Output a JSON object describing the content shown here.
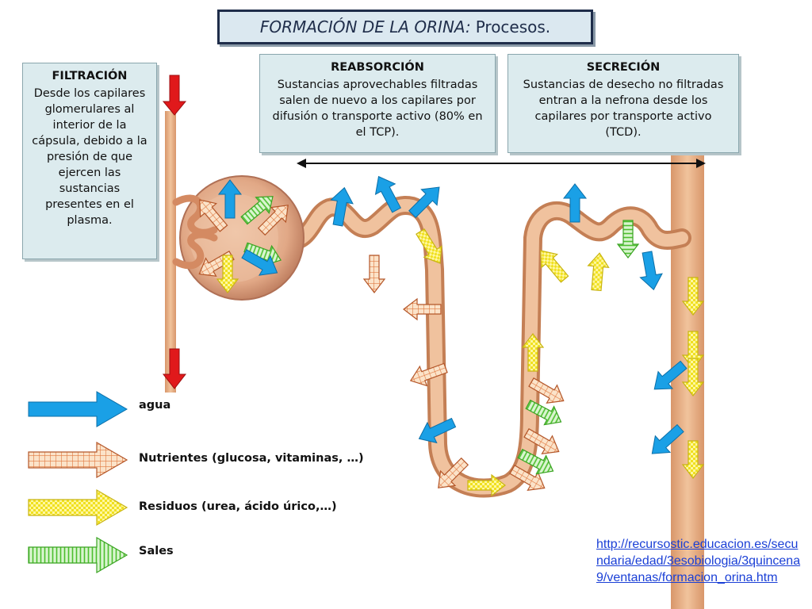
{
  "title": {
    "part1": "FORMACIÓN DE LA ORINA:",
    "part2": "Procesos."
  },
  "filtracion": {
    "heading": "FILTRACIÓN",
    "body": "Desde los capilares glomerulares al interior de la cápsula, debido a la presión de que ejercen las sustancias presentes en el plasma."
  },
  "reabsorcion": {
    "heading": "REABSORCIÓN",
    "body": "Sustancias aprovechables filtradas salen de nuevo a los capilares por difusión o transporte activo (80% en el TCP)."
  },
  "secrecion": {
    "heading": "SECRECIÓN",
    "body": "Sustancias de desecho no filtradas entran a la nefrona desde los capilares por transporte activo (TCD)."
  },
  "legend": [
    {
      "key": "agua",
      "label": "agua",
      "color": "#1aa0e6"
    },
    {
      "key": "nutrientes",
      "label": "Nutrientes (glucosa, vitaminas, …)",
      "color": "#e8804a"
    },
    {
      "key": "residuos",
      "label": "Residuos (urea, ácido úrico,…)",
      "color": "#f2e62e"
    },
    {
      "key": "sales",
      "label": "Sales",
      "color": "#6fd24e"
    }
  ],
  "source_url": "http://recursostic.educacion.es/secundaria/edad/3esobiologia/3quincena9/ventanas/formacion_orina.htm",
  "colors": {
    "tubule": "#e8b487",
    "tubule_dark": "#c47f55",
    "blood_arrow": "#e0191b"
  }
}
